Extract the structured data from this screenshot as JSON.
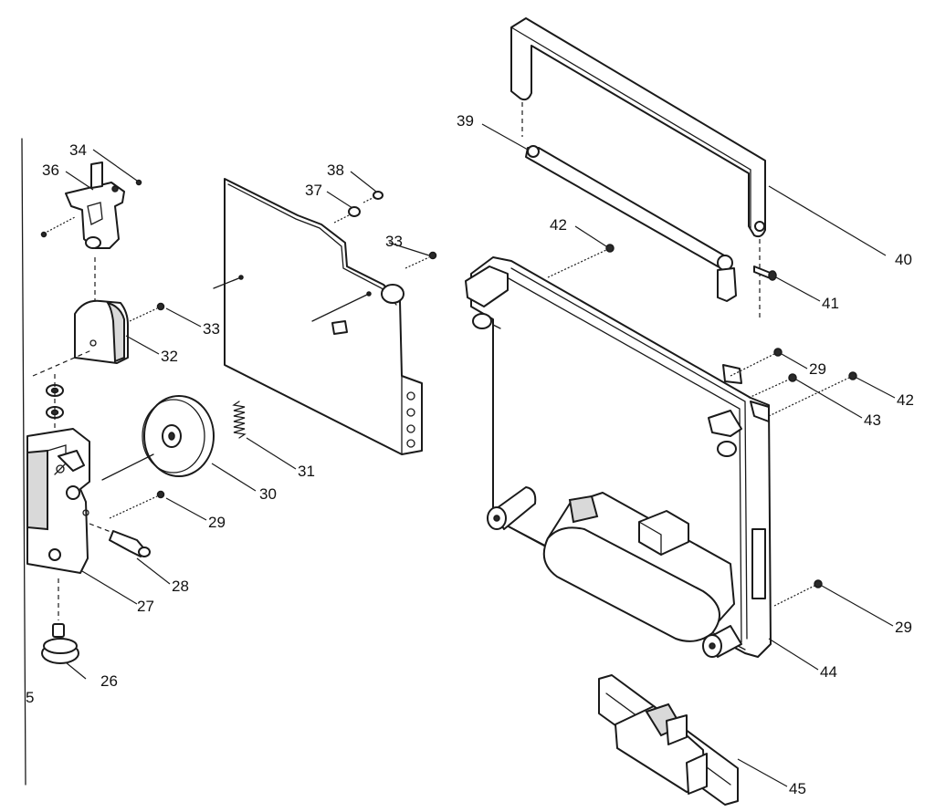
{
  "diagram": {
    "type": "exploded parts diagram",
    "callouts": [
      {
        "id": "c26",
        "text": "26"
      },
      {
        "id": "c27",
        "text": "27"
      },
      {
        "id": "c28",
        "text": "28"
      },
      {
        "id": "c29a",
        "text": "29"
      },
      {
        "id": "c29b",
        "text": "29"
      },
      {
        "id": "c29c",
        "text": "29"
      },
      {
        "id": "c30",
        "text": "30"
      },
      {
        "id": "c31",
        "text": "31"
      },
      {
        "id": "c32",
        "text": "32"
      },
      {
        "id": "c33a",
        "text": "33"
      },
      {
        "id": "c33b",
        "text": "33"
      },
      {
        "id": "c34",
        "text": "34"
      },
      {
        "id": "c36",
        "text": "36"
      },
      {
        "id": "c37",
        "text": "37"
      },
      {
        "id": "c38",
        "text": "38"
      },
      {
        "id": "c39",
        "text": "39"
      },
      {
        "id": "c40",
        "text": "40"
      },
      {
        "id": "c41",
        "text": "41"
      },
      {
        "id": "c42a",
        "text": "42"
      },
      {
        "id": "c42b",
        "text": "42"
      },
      {
        "id": "c43",
        "text": "43"
      },
      {
        "id": "c44",
        "text": "44"
      },
      {
        "id": "c45",
        "text": "45"
      },
      {
        "id": "c5",
        "text": "5"
      }
    ]
  }
}
